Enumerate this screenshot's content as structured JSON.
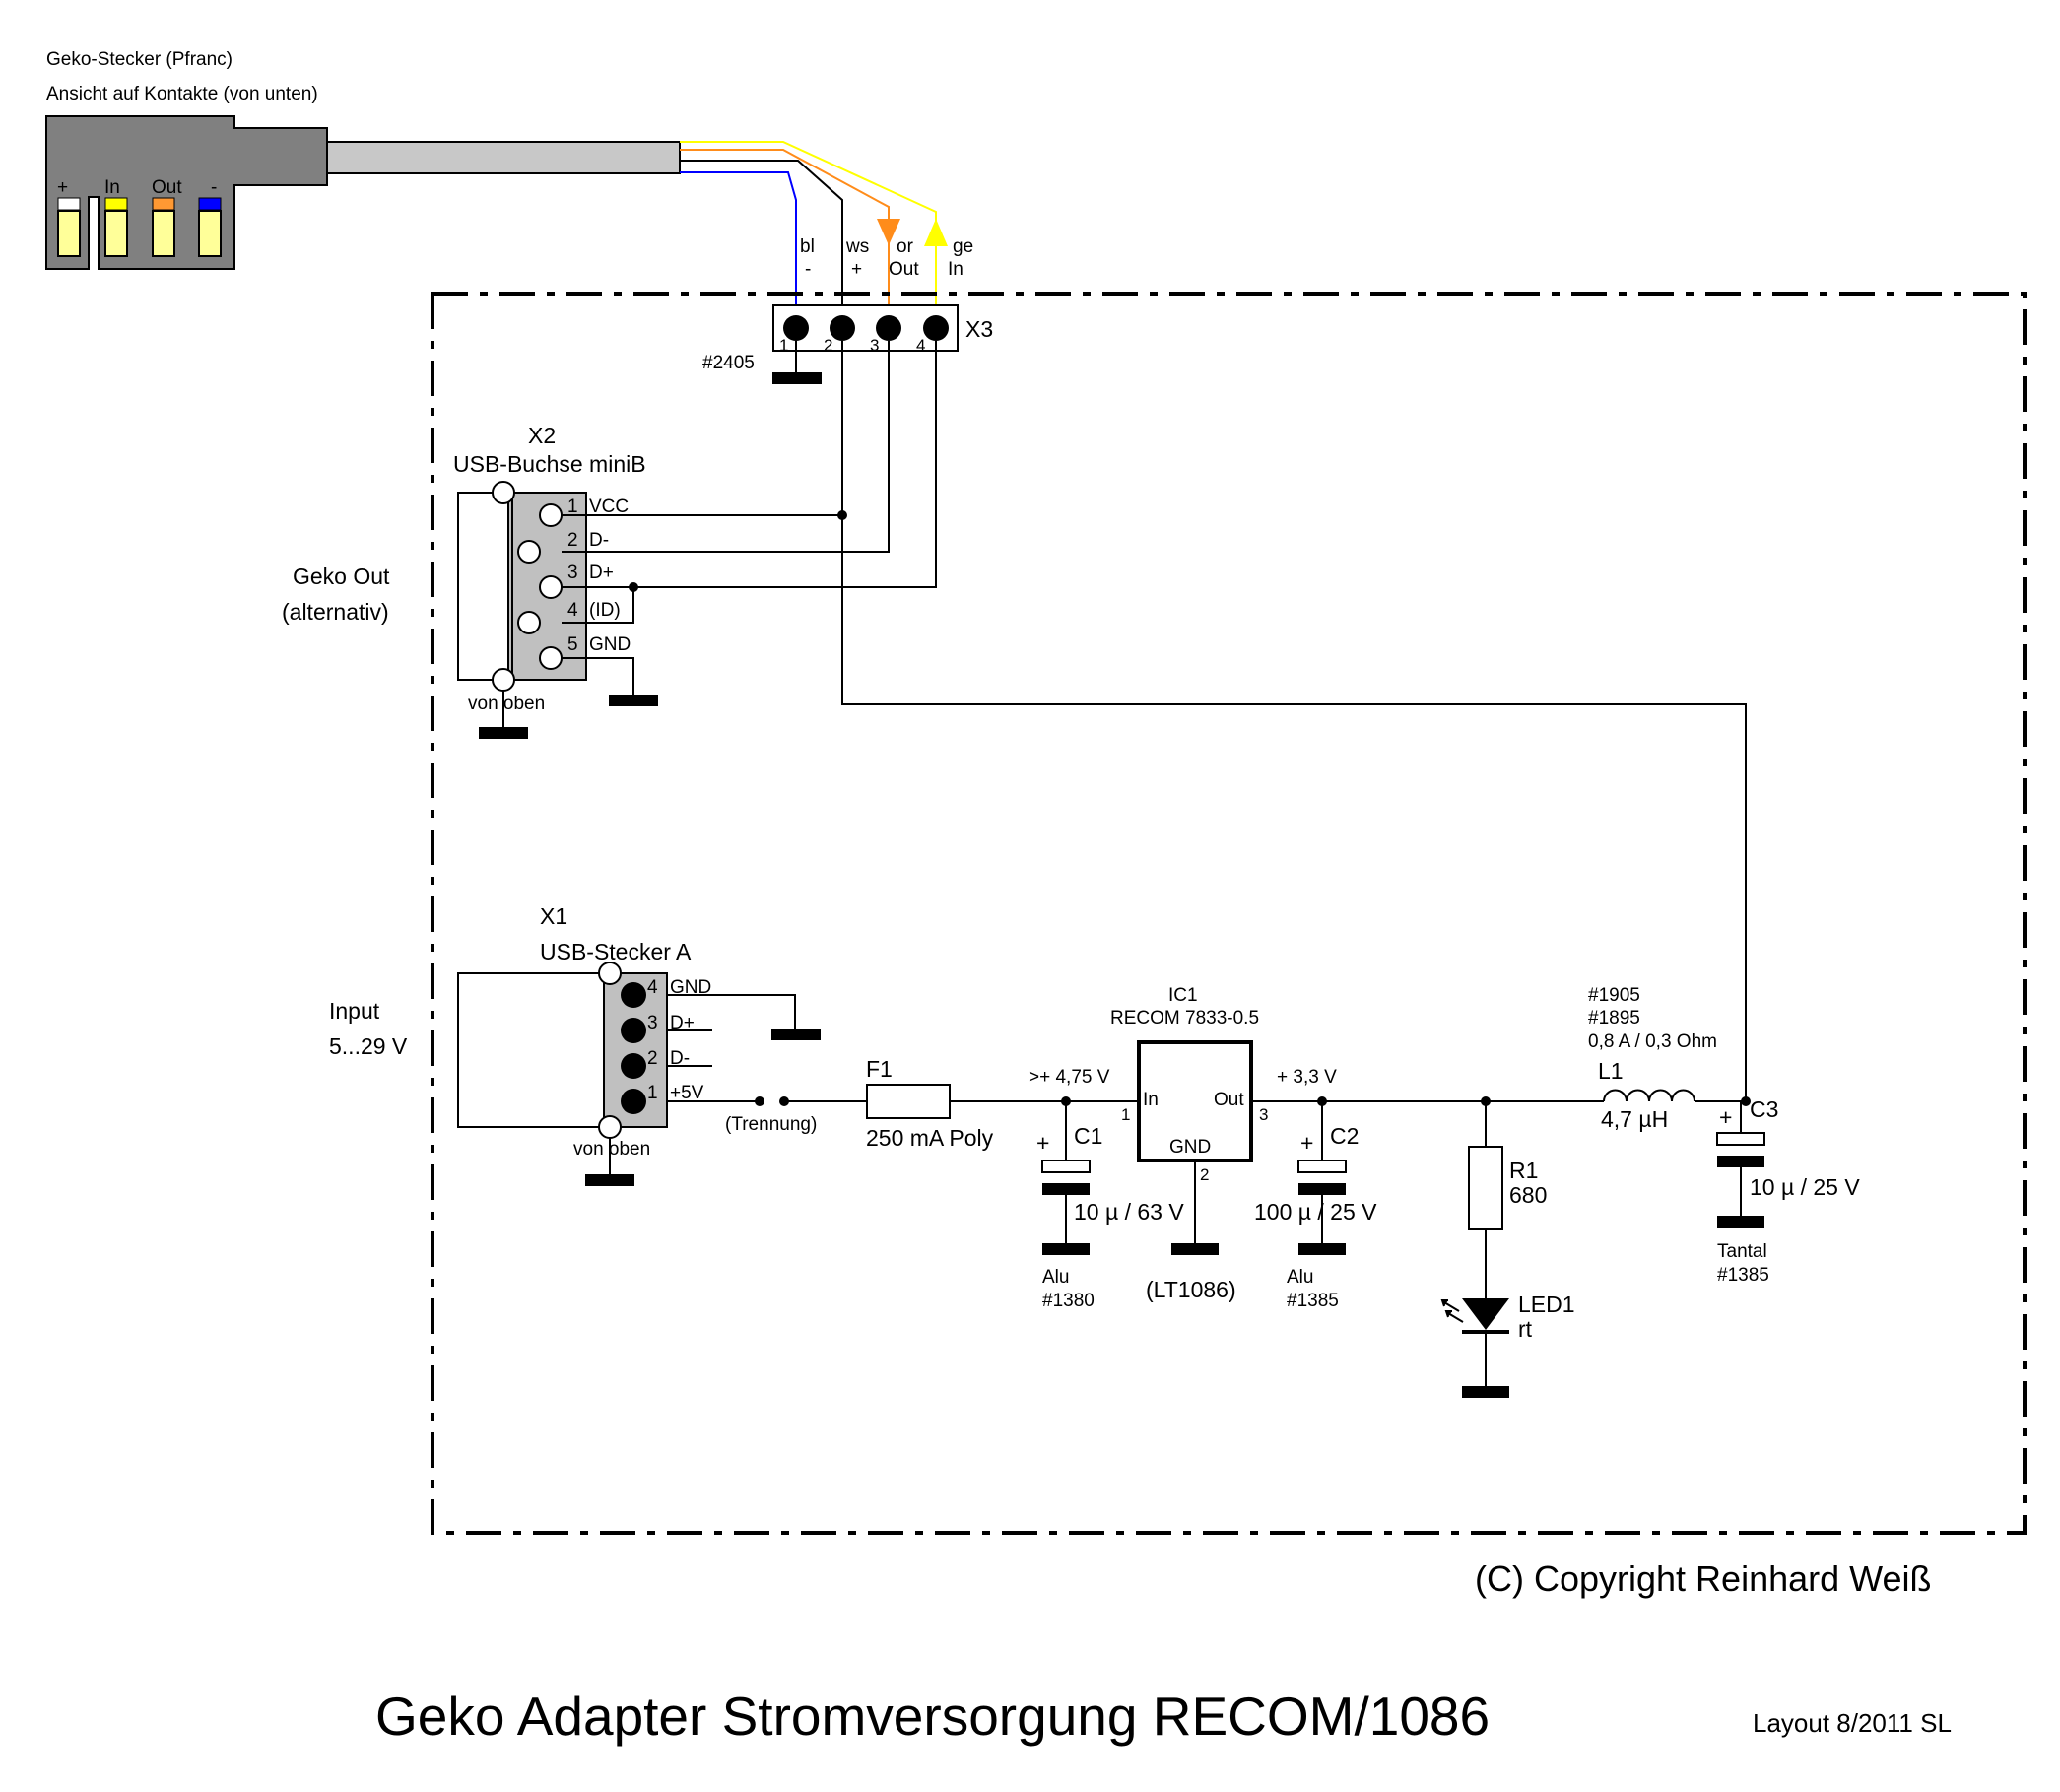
{
  "plug": {
    "title": "Geko-Stecker (Pfranc)",
    "view": "Ansicht auf Kontakte (von unten)",
    "pins": [
      "+",
      "In",
      "Out",
      "-"
    ],
    "pin_colors": [
      "#ffffff",
      "#ffff00",
      "#ff9933",
      "#0000ff"
    ]
  },
  "wires": {
    "colors": {
      "bl": "#0000ff",
      "ws": "#000000",
      "or": "#ff8c1a",
      "ge": "#ffff00"
    },
    "bl": "bl",
    "bl_sig": "-",
    "ws": "ws",
    "ws_sig": "+",
    "or": "or",
    "or_sig": "Out",
    "ge": "ge",
    "ge_sig": "In"
  },
  "x3": {
    "name": "X3",
    "part": "#2405",
    "pins": [
      "1",
      "2",
      "3",
      "4"
    ]
  },
  "x2": {
    "name": "X2",
    "type": "USB-Buchse miniB",
    "side_label_1": "Geko Out",
    "side_label_2": "(alternativ)",
    "pins": [
      {
        "num": "1",
        "sig": "VCC"
      },
      {
        "num": "2",
        "sig": "D-"
      },
      {
        "num": "3",
        "sig": "D+"
      },
      {
        "num": "4",
        "sig": "(ID)"
      },
      {
        "num": "5",
        "sig": "GND"
      }
    ],
    "view": "von oben"
  },
  "x1": {
    "name": "X1",
    "type": "USB-Stecker A",
    "side_label_1": "Input",
    "side_label_2": "5...29 V",
    "pins": [
      {
        "num": "4",
        "sig": "GND"
      },
      {
        "num": "3",
        "sig": "D+"
      },
      {
        "num": "2",
        "sig": "D-"
      },
      {
        "num": "1",
        "sig": "+5V"
      }
    ],
    "view": "von oben"
  },
  "separation": "(Trennung)",
  "f1": {
    "name": "F1",
    "value": "250 mA Poly"
  },
  "net_in": ">+ 4,75 V",
  "net_out": "+ 3,3 V",
  "ic1": {
    "name": "IC1",
    "part": "RECOM 7833-0.5",
    "pin_in": "In",
    "pin_out": "Out",
    "pin_gnd": "GND",
    "num_in": "1",
    "num_out": "3",
    "num_gnd": "2",
    "alt": "(LT1086)"
  },
  "c1": {
    "name": "C1",
    "value": "10 µ / 63 V",
    "type": "Alu",
    "part": "#1380",
    "plus": "+"
  },
  "c2": {
    "name": "C2",
    "value": "100 µ / 25 V",
    "type": "Alu",
    "part": "#1385",
    "plus": "+"
  },
  "c3": {
    "name": "C3",
    "value": "10 µ / 25 V",
    "type": "Tantal",
    "part": "#1385",
    "plus": "+"
  },
  "r1": {
    "name": "R1",
    "value": "680"
  },
  "led1": {
    "name": "LED1",
    "color": "rt"
  },
  "l1": {
    "name": "L1",
    "value": "4,7 µH",
    "part1": "#1905",
    "part2": "#1895",
    "spec": "0,8 A / 0,3 Ohm"
  },
  "copyright": "(C) Copyright Reinhard Weiß",
  "title": "Geko Adapter Stromversorgung RECOM/1086",
  "layout_note": "Layout 8/2011 SL"
}
